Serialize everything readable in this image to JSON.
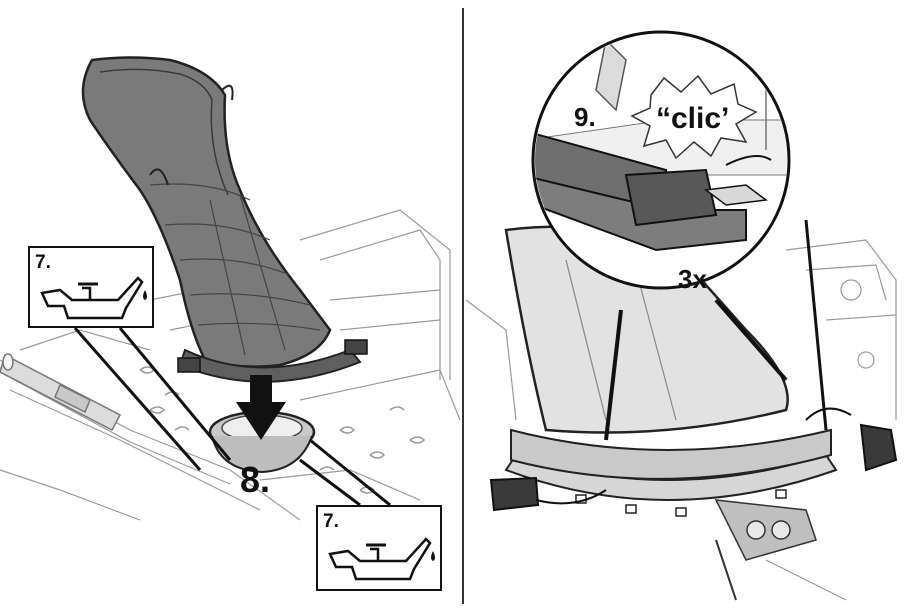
{
  "steps": {
    "step7_top": "7.",
    "step7_bottom": "7.",
    "step8": "8.",
    "step9": "9."
  },
  "callouts": {
    "clic_text": "“clic’",
    "multiplier": "3x"
  },
  "icons": {
    "oil_can": "oil-can-icon",
    "arrow": "down-arrow-icon"
  }
}
